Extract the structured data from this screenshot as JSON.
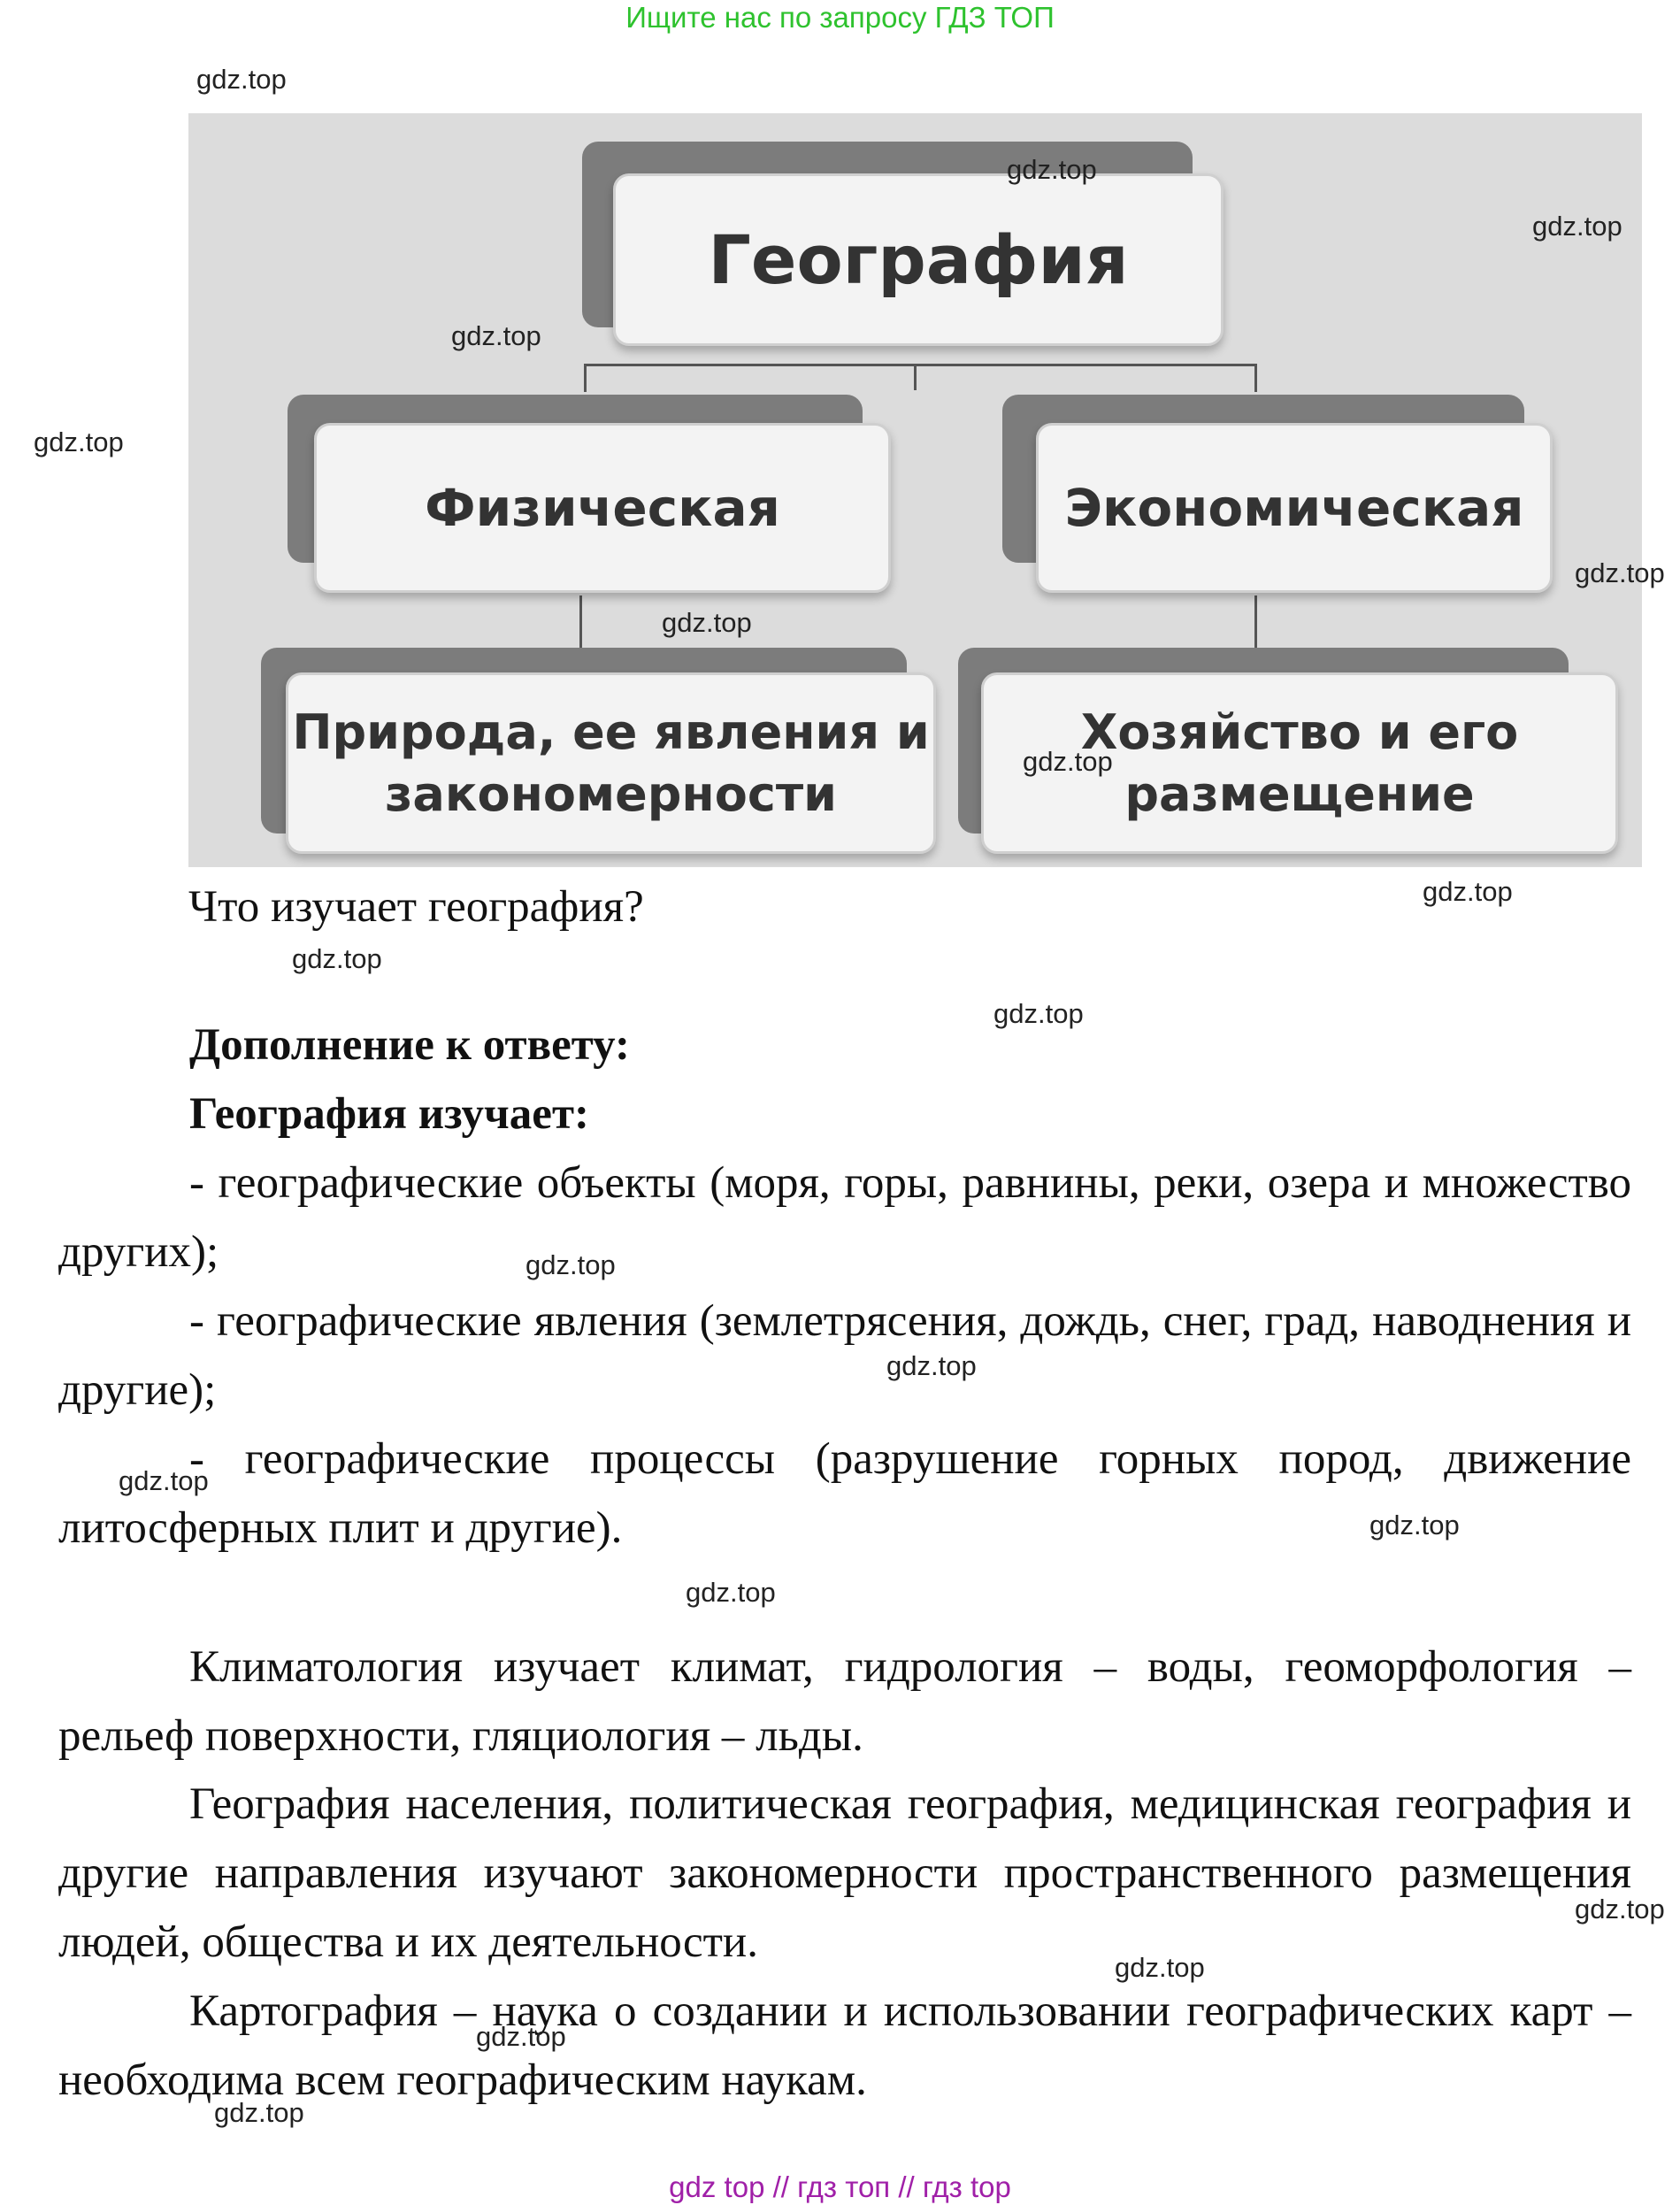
{
  "banner_top": "Ищите нас по запросу ГДЗ ТОП",
  "banner_bottom": "gdz top  //  гдз топ  //  гдз top",
  "watermark": "gdz.top",
  "diagram": {
    "root": "География",
    "left": "Физическая",
    "right": "Экономическая",
    "left_child_line1": "Природа, ее явления и",
    "left_child_line2": "закономерности",
    "right_child_line1": "Хозяйство и его",
    "right_child_line2": "размещение"
  },
  "caption": "Что изучает география?",
  "heading1": "Дополнение к ответу:",
  "heading2": "География изучает:",
  "items": [
    "- географические объекты (моря, горы, равнины, реки, озера и множество других);",
    "- географические явления (землетрясения, дождь, снег, град, наводнения и другие);",
    "- географические процессы (разрушение горных пород, движение литосферных плит и другие)."
  ],
  "paragraphs": [
    "Климатология изучает климат, гидрология – воды, геоморфология – рельеф поверхности, гляциология – льды.",
    "География населения, политическая география, медицинская география и другие направления изучают закономерности пространственного размещения людей, общества и их деятельности.",
    "Картография – наука о создании и использовании географических карт – необходима всем географическим наукам."
  ]
}
